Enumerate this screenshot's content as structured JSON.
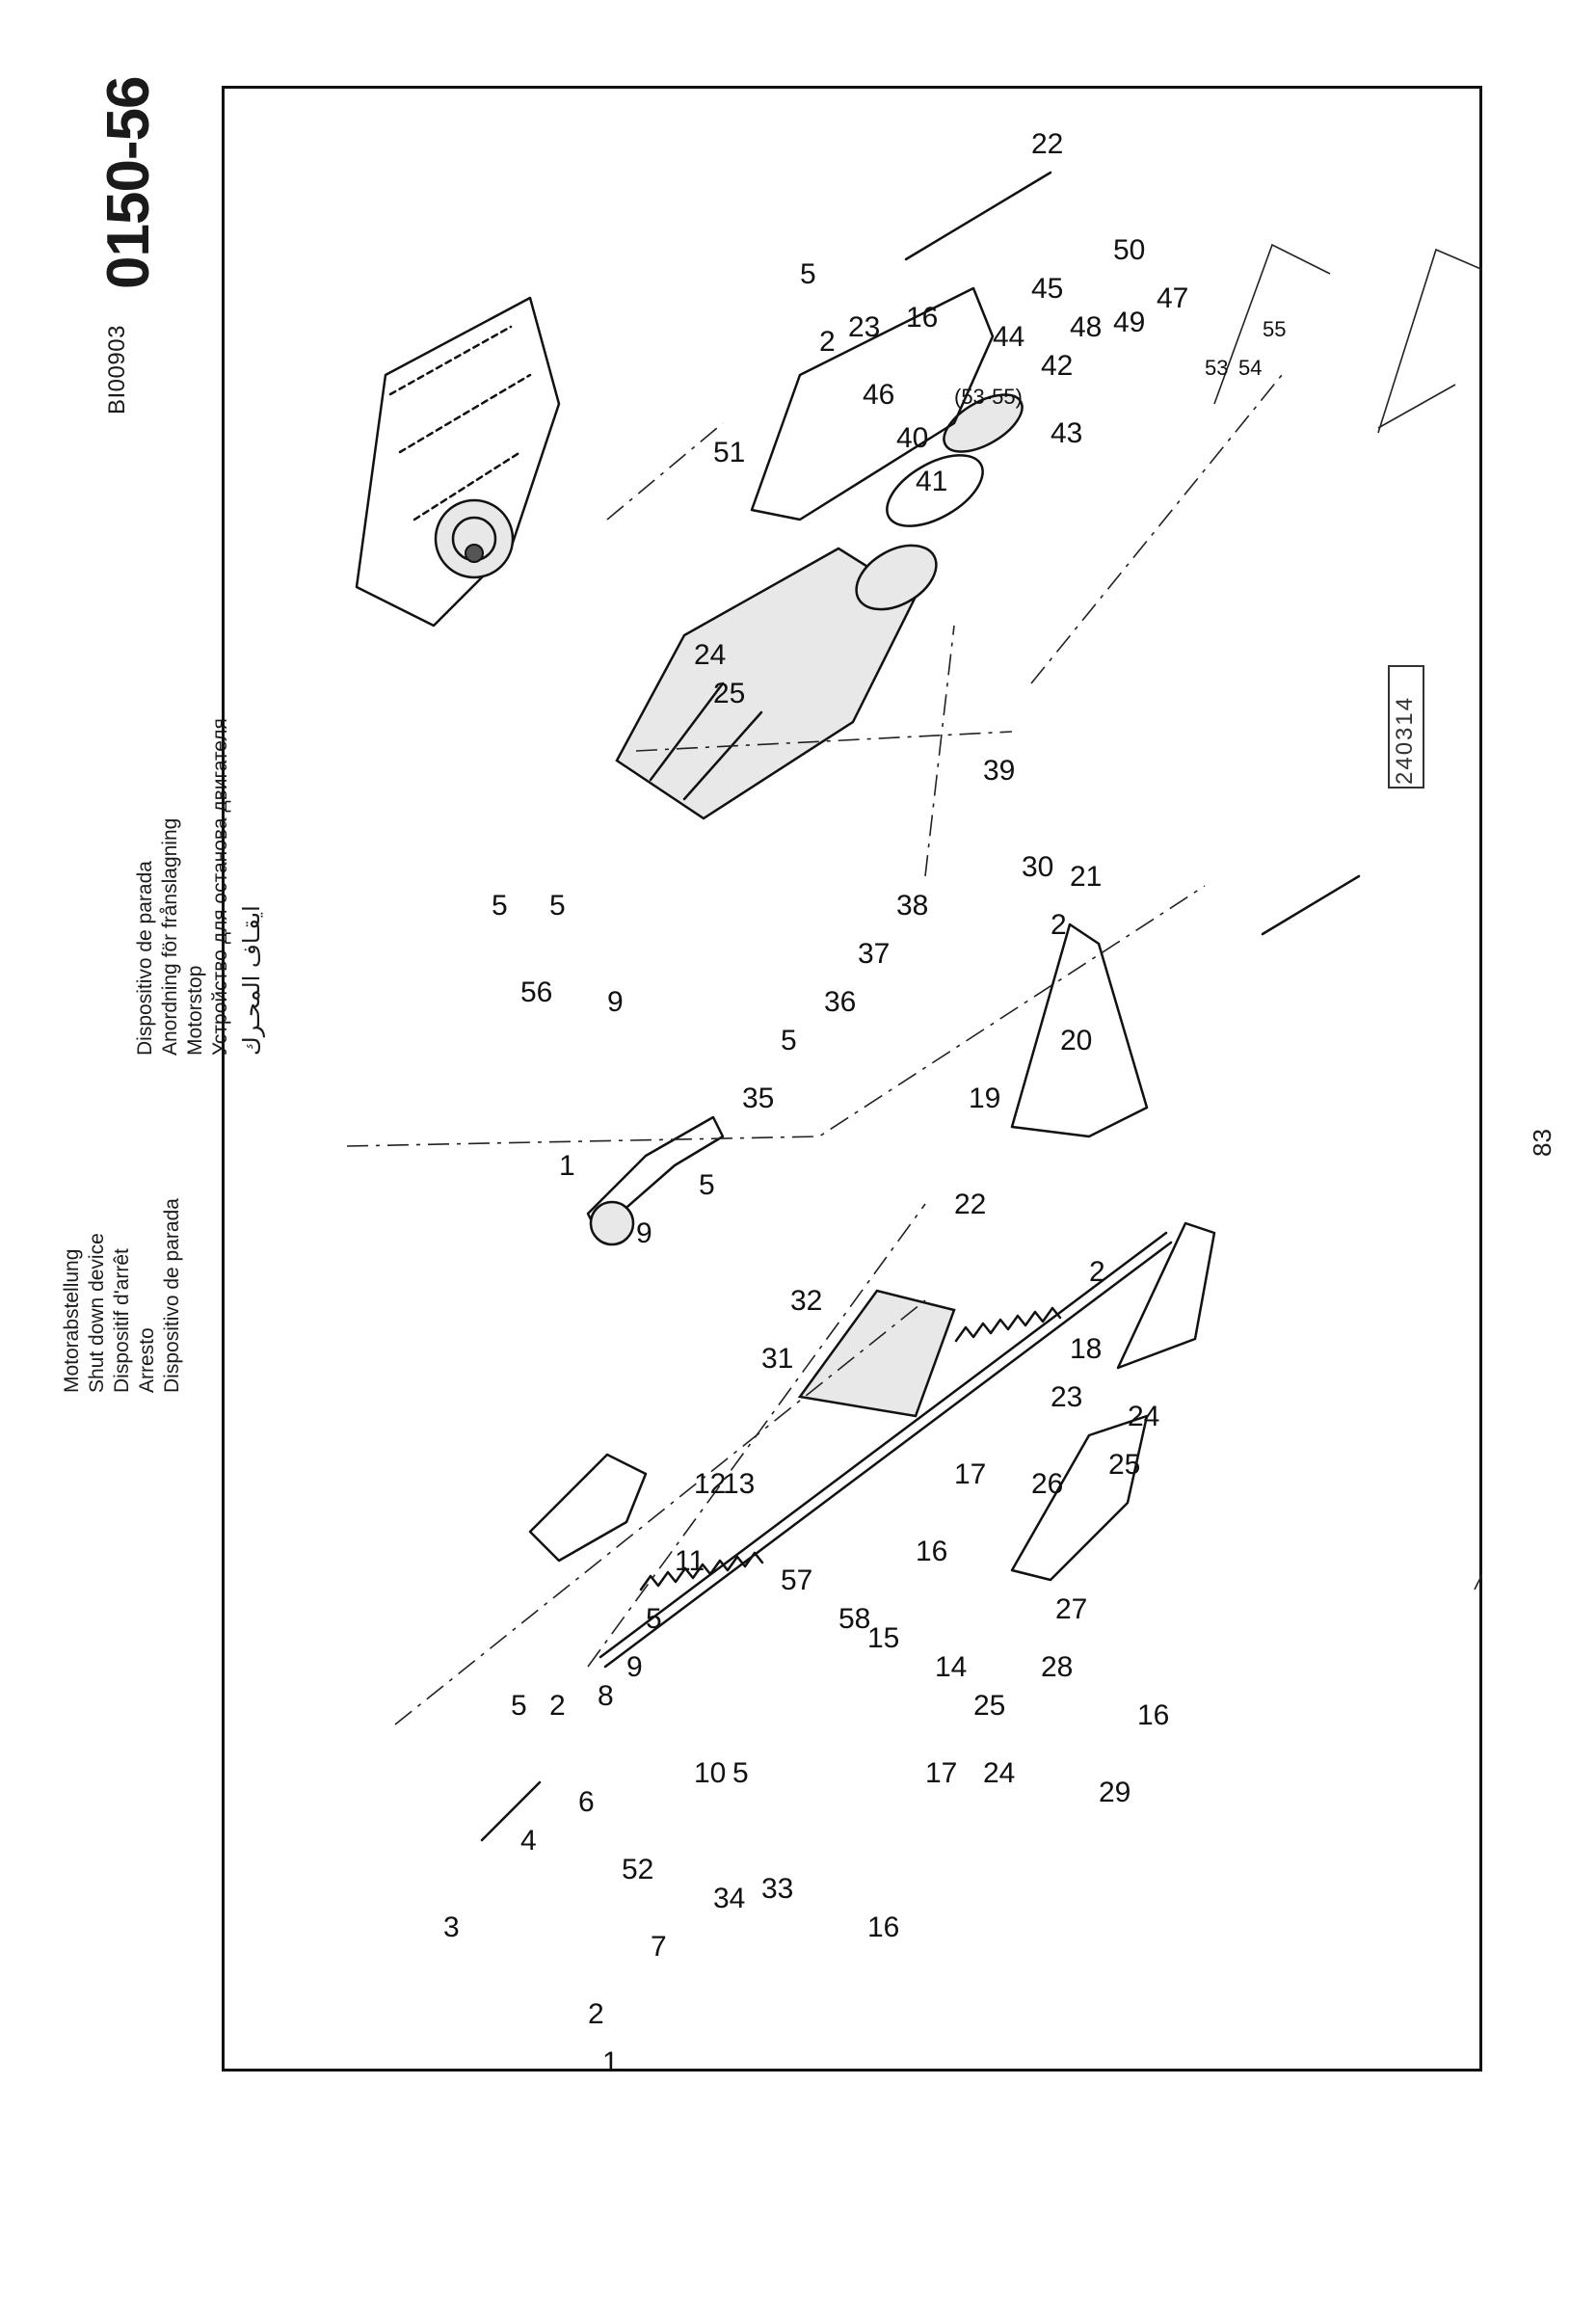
{
  "header": {
    "titles_col1": [
      "Motorabstellung",
      "Shut down device",
      "Dispositif d'arrêt",
      "Arresto",
      "Dispositivo de parada"
    ],
    "titles_col2": [
      "Dispositivo de parada",
      "Anordning för frånslagning",
      "Motorstop",
      "Устройство для останова двигателя",
      "ايقـاف المحـرك"
    ],
    "doc_ref": "BI00903",
    "doc_number": "0150-56"
  },
  "stamp": "240314",
  "page_number": "83",
  "callouts": {
    "c1a": "1",
    "c1b": "1",
    "c2a": "2",
    "c2b": "2",
    "c2c": "2",
    "c2d": "2",
    "c2e": "2",
    "c3": "3",
    "c4": "4",
    "c5a": "5",
    "c5b": "5",
    "c5c": "5",
    "c5d": "5",
    "c5e": "5",
    "c5f": "5",
    "c5g": "5",
    "c5h": "5",
    "c6": "6",
    "c7": "7",
    "c8": "8",
    "c9a": "9",
    "c9b": "9",
    "c9c": "9",
    "c10": "10",
    "c11": "11",
    "c12": "12",
    "c13": "13",
    "c14": "14",
    "c15": "15",
    "c16a": "16",
    "c16b": "16",
    "c16c": "16",
    "c16d": "16",
    "c17a": "17",
    "c17b": "17",
    "c18": "18",
    "c19": "19",
    "c20": "20",
    "c21": "21",
    "c22a": "22",
    "c22b": "22",
    "c23a": "23",
    "c23b": "23",
    "c24a": "24",
    "c24b": "24",
    "c24c": "24",
    "c25a": "25",
    "c25b": "25",
    "c25c": "25",
    "c26": "26",
    "c27": "27",
    "c28": "28",
    "c29": "29",
    "c30": "30",
    "c31": "31",
    "c32": "32",
    "c33": "33",
    "c34": "34",
    "c35": "35",
    "c36": "36",
    "c37": "37",
    "c38": "38",
    "c39": "39",
    "c40": "40",
    "c40sub": "(53-55)",
    "c41": "41",
    "c42": "42",
    "c43": "43",
    "c44": "44",
    "c45": "45",
    "c46": "46",
    "c47": "47",
    "c48": "48",
    "c49": "49",
    "c50": "50",
    "c51": "51",
    "c52": "52",
    "c53": "53",
    "c54": "54",
    "c55": "55",
    "c56": "56",
    "c57": "57",
    "c58": "58"
  }
}
